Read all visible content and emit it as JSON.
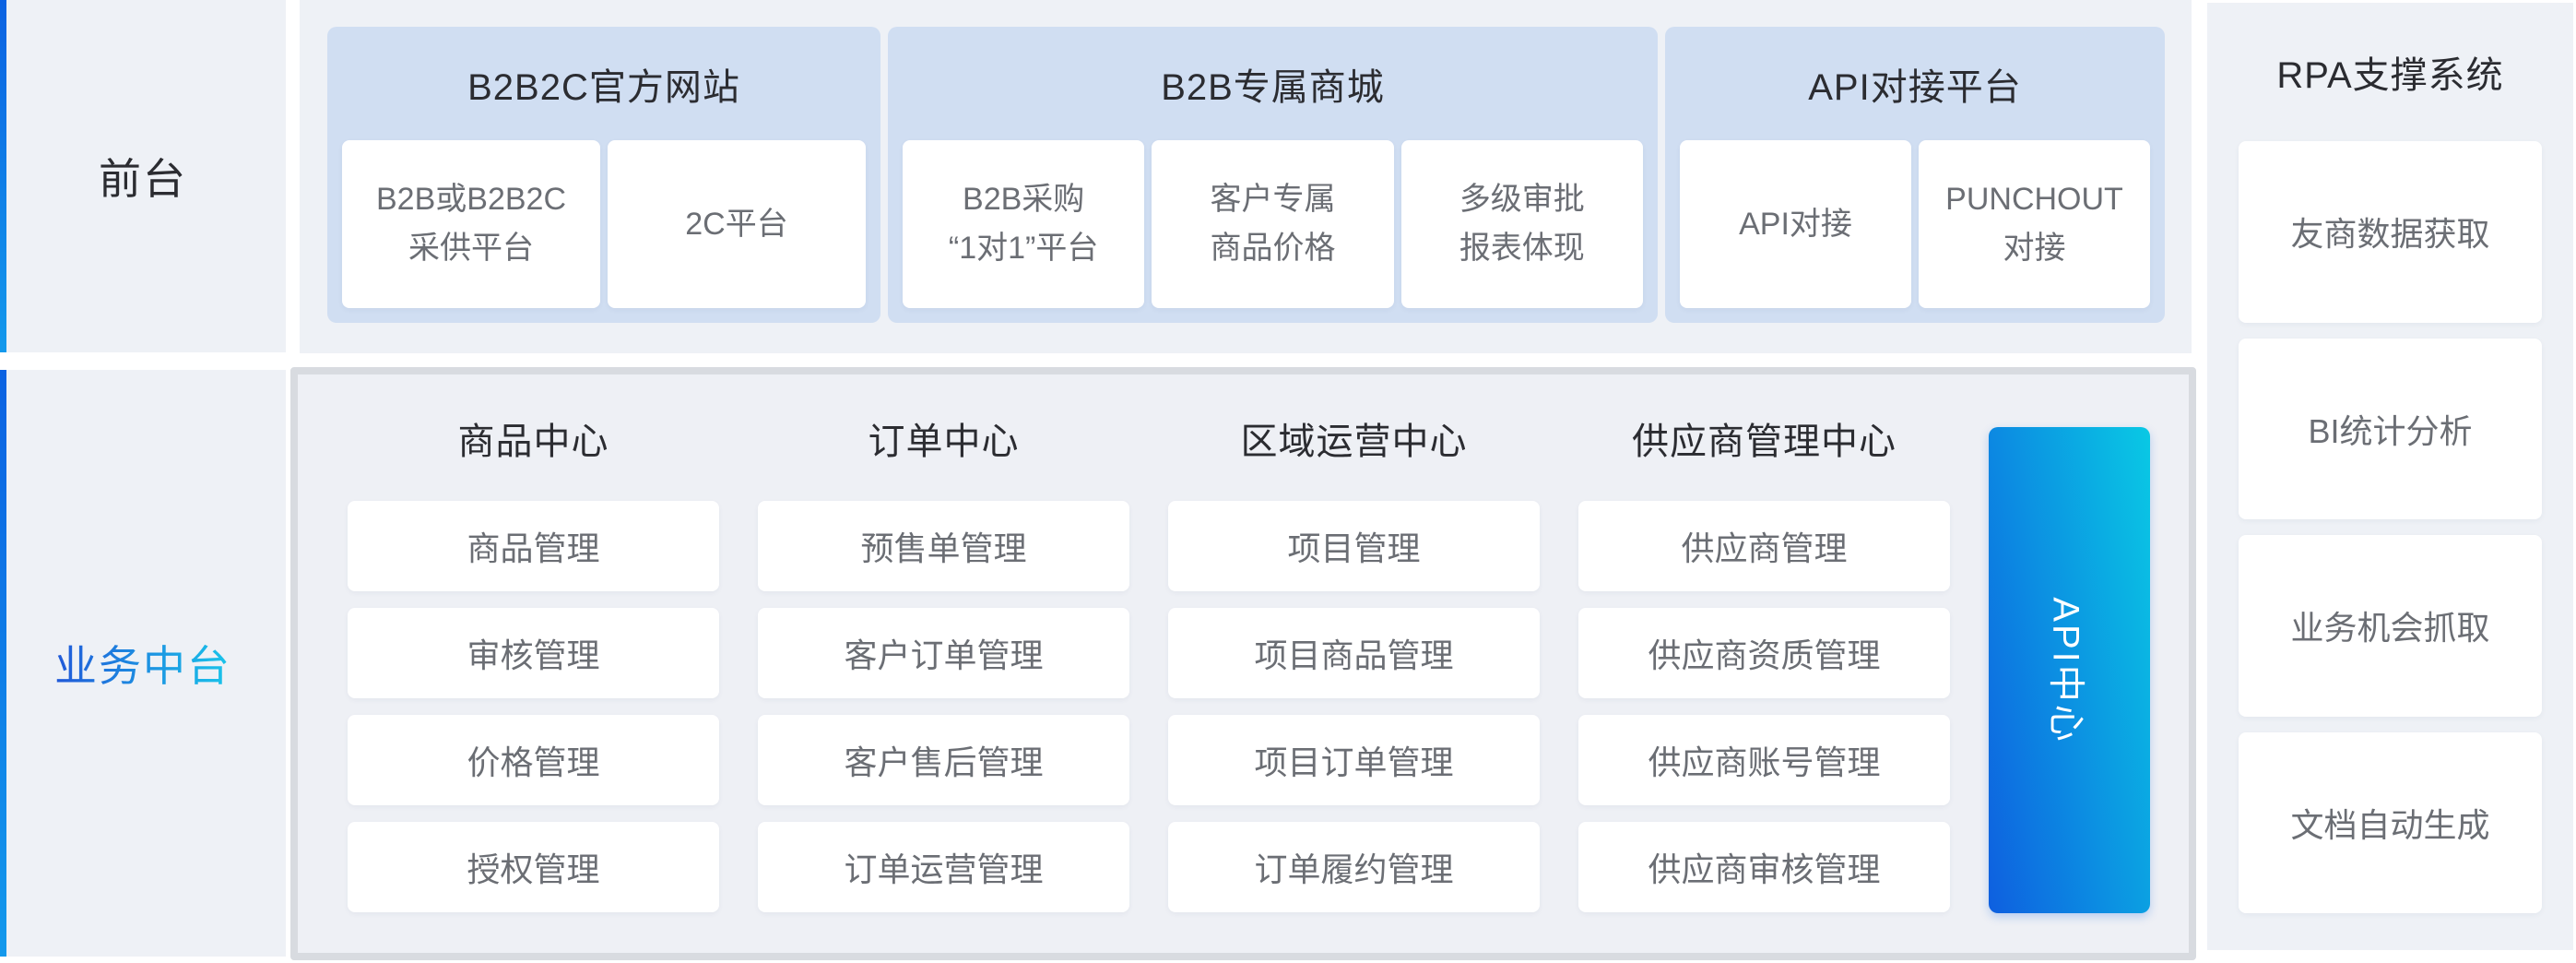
{
  "colors": {
    "accent_top": "#0B62E2",
    "accent_bottom": "#1399EC",
    "panel_light_bg": "#EEF1F6",
    "blue_panel_bg": "#D0DEF2",
    "midbox_bg": "#EEF0F5",
    "midbox_border": "#D8DBE0",
    "heading_text": "#2B2C31",
    "card_text": "#6B6E74",
    "rail_label_gradient_start": "#2058D8",
    "rail_label_gradient_end": "#19C5EA",
    "api_bar_gradient_start": "#0E5FE0",
    "api_bar_gradient_end": "#09C9E4"
  },
  "left_rail": {
    "front_label": "前台",
    "middle_label": "业务中台"
  },
  "front_stage": {
    "panels": [
      {
        "title": "B2B2C官方网站",
        "items": [
          "B2B或B2B2C\n采供平台",
          "2C平台"
        ]
      },
      {
        "title": "B2B专属商城",
        "items": [
          "B2B采购\n“1对1”平台",
          "客户专属\n商品价格",
          "多级审批\n报表体现"
        ]
      },
      {
        "title": "API对接平台",
        "items": [
          "API对接",
          "PUNCHOUT\n对接"
        ]
      }
    ]
  },
  "middle_platform": {
    "columns": [
      {
        "title": "商品中心",
        "items": [
          "商品管理",
          "审核管理",
          "价格管理",
          "授权管理"
        ]
      },
      {
        "title": "订单中心",
        "items": [
          "预售单管理",
          "客户订单管理",
          "客户售后管理",
          "订单运营管理"
        ]
      },
      {
        "title": "区域运营中心",
        "items": [
          "项目管理",
          "项目商品管理",
          "项目订单管理",
          "订单履约管理"
        ]
      },
      {
        "title": "供应商管理中心",
        "items": [
          "供应商管理",
          "供应商资质管理",
          "供应商账号管理",
          "供应商审核管理"
        ]
      }
    ],
    "api_center_label": "API中心"
  },
  "rpa": {
    "title": "RPA支撑系统",
    "items": [
      "友商数据获取",
      "BI统计分析",
      "业务机会抓取",
      "文档自动生成"
    ]
  }
}
